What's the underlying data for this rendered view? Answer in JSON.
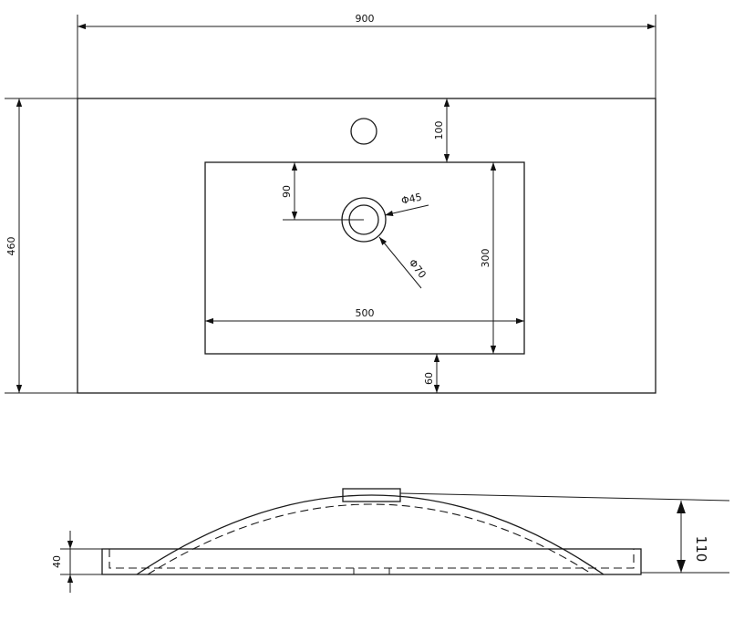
{
  "plan_view": {
    "width": "900",
    "depth": "460",
    "tap_offset": "100",
    "bowl_height": "300",
    "bowl_width": "500",
    "front_offset": "60",
    "drain_offset": "90",
    "drain_inner": "Φ45",
    "drain_outer": "Φ70"
  },
  "side_view": {
    "slab_thickness": "40",
    "total_height": "110"
  }
}
